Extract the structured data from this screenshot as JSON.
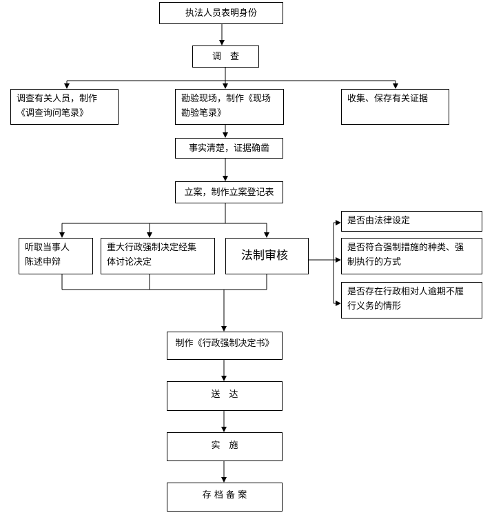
{
  "flow": {
    "identify": "执法人员表明身份",
    "investigate": "调　查",
    "branch_interview": "调查有关人员，制作\n《调查询问笔录》",
    "branch_inspect": "勘验现场，制作《现场\n勘验笔录》",
    "branch_evidence": "收集、保存有关证据",
    "facts_clear": "事实清楚，证据确凿",
    "register": "立案，制作立案登记表",
    "hearing": "听取当事人\n陈述申辩",
    "collective": "重大行政强制决定经集\n体讨论决定",
    "legal_review": "法制审核",
    "review_1": "是否由法律设定",
    "review_2": "是否符合强制措施的种类、强\n制执行的方式",
    "review_3": "是否存在行政相对人逾期不履\n行义务的情形",
    "decision": "制作《行政强制决定书》",
    "deliver": "送　达",
    "execute": "实　施",
    "archive": "存 档 备 案"
  },
  "colors": {
    "line": "#000000",
    "box_border": "#000000",
    "background": "#ffffff"
  }
}
